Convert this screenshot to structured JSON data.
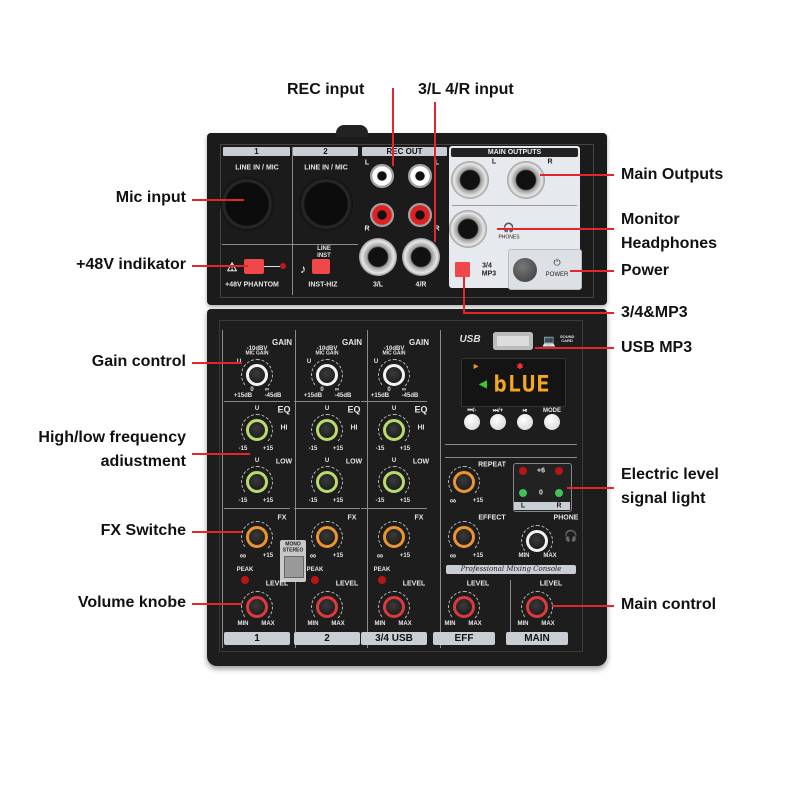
{
  "callouts": {
    "rec_input": "REC input",
    "three_four_input": "3/L 4/R input",
    "mic_input": "Mic input",
    "phantom_indicator": "+48V indikator",
    "gain_control": "Gain control",
    "hilo_adjust": [
      "High/low frequency",
      "adiustment"
    ],
    "fx_switch": "FX Switche",
    "volume_knob": "Volume knobe",
    "main_outputs": "Main Outputs",
    "monitor_headphones": [
      "Monitor",
      "Headphones"
    ],
    "power": "Power",
    "mp3_switch": "3/4&MP3",
    "usb_mp3": "USB MP3",
    "level_light": [
      "Electric level",
      "signal light"
    ],
    "main_control": "Main control"
  },
  "top_panel": {
    "ch1_header": "1",
    "ch2_header": "2",
    "line_in_mic": "LINE IN / MIC",
    "rec_out": "REC OUT",
    "rec_l": "L",
    "rec_r": "R",
    "main_outputs": "MAIN OUTPUTS",
    "main_l": "L",
    "main_r": "R",
    "phones": "PHONES",
    "phantom": "+48V PHANTOM",
    "line": "LINE",
    "inst": "INST",
    "inst_hiz": "INST-HIZ",
    "in_3l": "3/L",
    "in_4r": "4/R",
    "src_34": "3/4",
    "src_mp3": "MP3",
    "power": "POWER"
  },
  "channel_labels": {
    "gain": "GAIN",
    "db10": "-10dBV",
    "mic_gain": "MIC GAIN",
    "u": "U",
    "zero": "0",
    "inf": "∞",
    "p15db": "+15dB",
    "m45db": "-45dB",
    "eq": "EQ",
    "hi": "HI",
    "low": "LOW",
    "m15": "-15",
    "p15": "+15",
    "fx": "FX",
    "peak": "PEAK",
    "level": "LEVEL",
    "min": "MIN",
    "max": "MAX"
  },
  "channels": [
    {
      "footer": "1"
    },
    {
      "footer": "2"
    },
    {
      "footer": "3/4 USB"
    }
  ],
  "right_section": {
    "usb_logo": "USB",
    "sound_card": "SOUND CARD",
    "display": "bLUE",
    "buttons": [
      "⏮/-",
      "⏭/+",
      "⏯",
      "MODE"
    ],
    "repeat": "REPEAT",
    "effect": "EFFECT",
    "phone": "PHONE",
    "plus6": "+6",
    "zero": "0",
    "meter_l": "L",
    "meter_r": "R",
    "mono_stereo": [
      "MONO",
      "STEREO"
    ],
    "brand": "Professional Mixing Console",
    "eff_footer": "EFF",
    "main_footer": "MAIN"
  },
  "colors": {
    "callout_line": "#e3262b",
    "gain_ring": "#f2f2f2",
    "eq_ring": "#b9db6c",
    "fx_ring": "#ec942e",
    "level_ring": "#dc3a3f",
    "display_text": "#f5a623"
  }
}
